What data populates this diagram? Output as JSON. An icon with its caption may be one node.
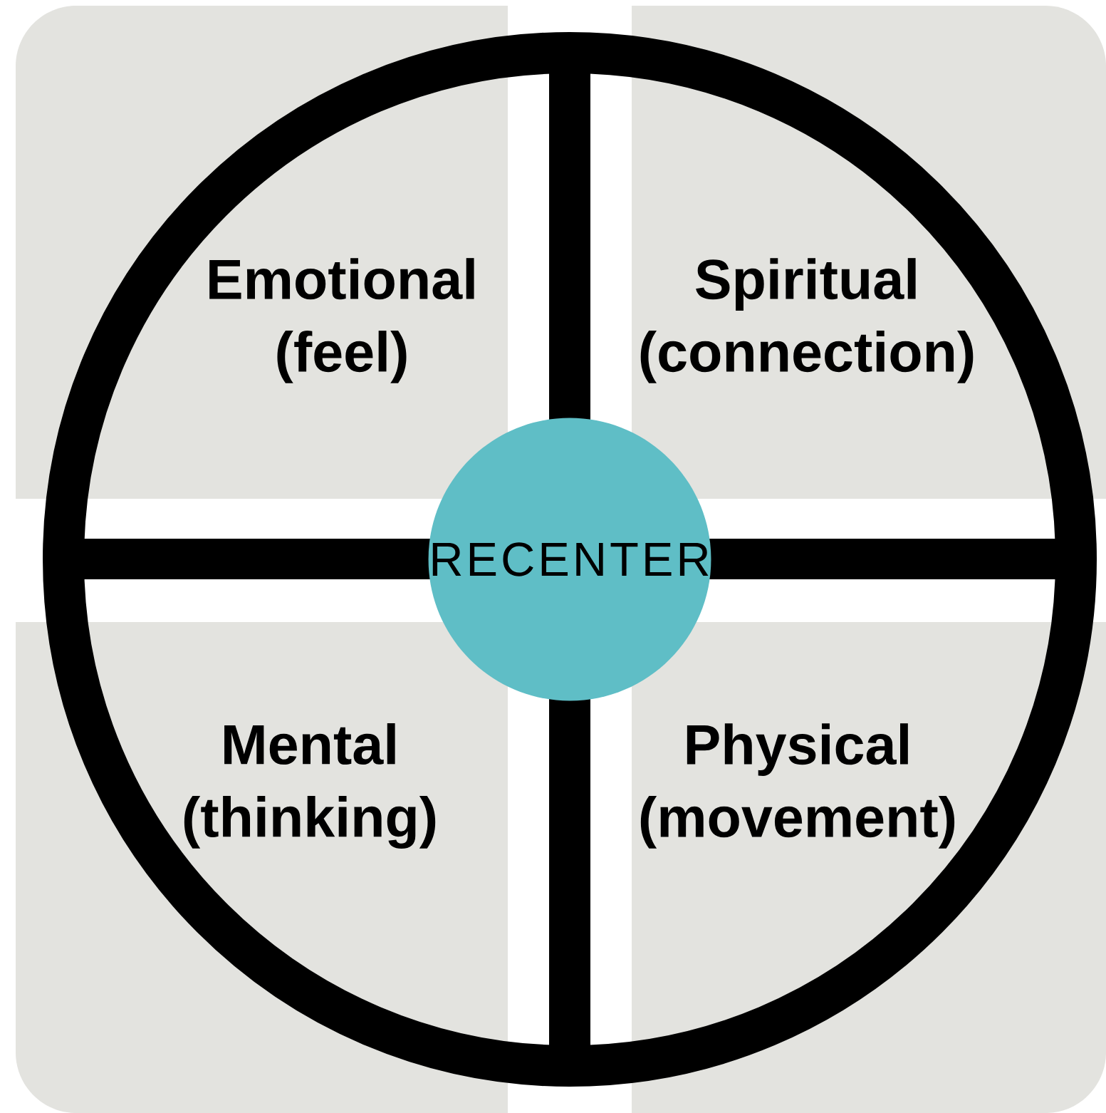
{
  "diagram": {
    "nodes": [
      {
        "text": [
          "Emotional",
          "(feel)"
        ]
      },
      {
        "text": [
          "Spiritual",
          "(connection)"
        ]
      },
      {
        "text": [
          "RECENTER"
        ]
      },
      {
        "text": [
          "Mental",
          "(thinking)"
        ]
      },
      {
        "text": [
          "Physical",
          "(movement)"
        ]
      }
    ]
  }
}
